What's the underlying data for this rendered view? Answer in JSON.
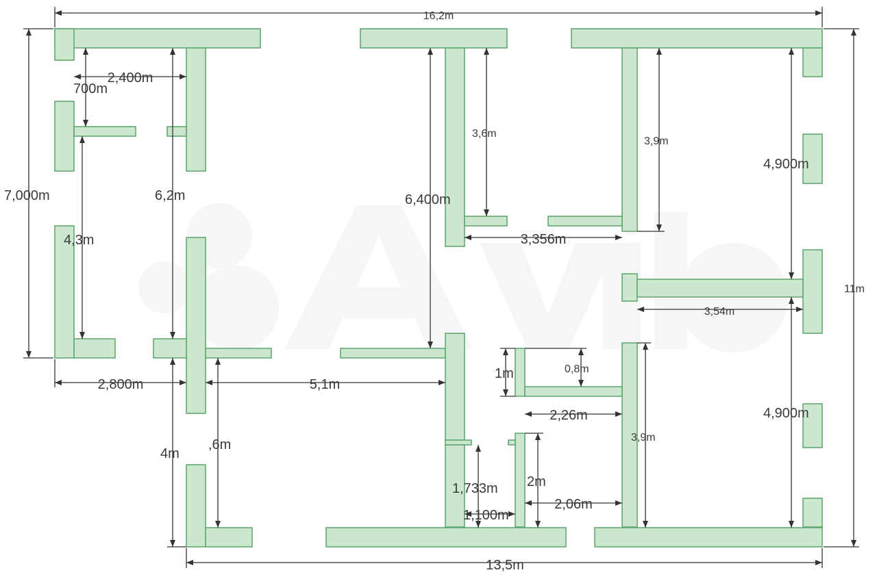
{
  "plan": {
    "title": "",
    "wall_fill_color": "#cce6cf",
    "wall_stroke_color": "#5aa36a",
    "dimension_color": "#333333",
    "watermark": "Avito",
    "labels": {
      "total_width": "16,2m",
      "total_height": "11m",
      "bottom_width": "13,5m",
      "left_height": "7,000m",
      "top_left_width": "2,400m",
      "top_left_gap": "700m",
      "left_room_height": "4,3m",
      "corridor_height": "6,2m",
      "left_bottom_width": "2,800m",
      "middle_width": "5,1m",
      "lower_left_height": "4m",
      "lower_left_gap": ",6m",
      "hall_height": "6,400m",
      "closet_height": "3,6m",
      "mid_room_width": "3,356m",
      "right_room_height": "3,9m",
      "right_top_height": "4,900m",
      "right_mid_width": "3,54m",
      "right_bottom_height": "4,900m",
      "bath_height_right": "3,9m",
      "small_room_width": "2,26m",
      "small_room_height": "1m",
      "small_room_depth": "0,8m",
      "wc_height": "1,733m",
      "wc_width": "1,100m",
      "bath_height": "2m",
      "bath_width": "2,06m"
    }
  }
}
